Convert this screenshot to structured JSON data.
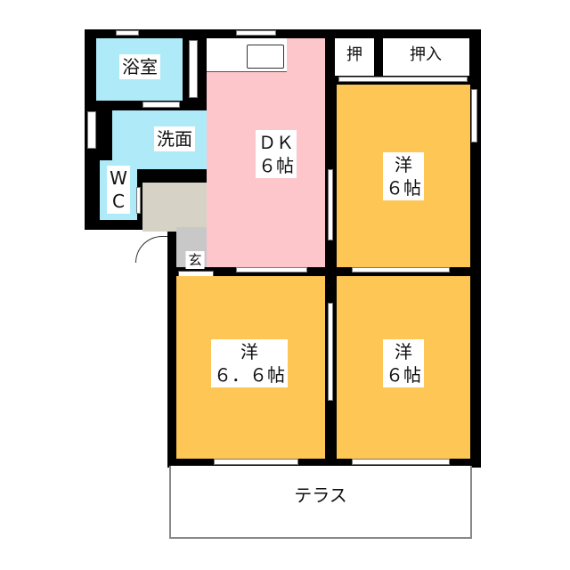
{
  "rooms": {
    "bath": "浴室",
    "washroom": "洗面",
    "wc": "W\nC",
    "dk": "ＤＫ\n６帖",
    "closet_small": "押",
    "closet": "押入",
    "western_top_right": "洋\n６帖",
    "western_bottom_left": "洋\n６．６帖",
    "western_bottom_right": "洋\n６帖",
    "entrance": "玄",
    "terrace": "テラス"
  },
  "colors": {
    "wet_area": "#aeeaf8",
    "dk": "#fcc6cb",
    "western": "#fdc655",
    "hall": "#d6d3c6"
  }
}
